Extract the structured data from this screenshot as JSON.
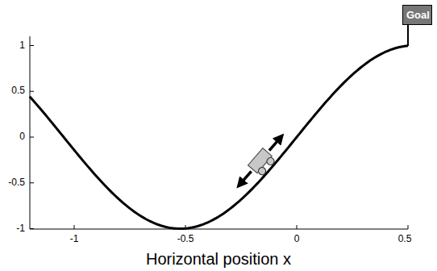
{
  "diagram": {
    "nodes": [
      {
        "text": [
          "Goal"
        ]
      }
    ],
    "labels": [
      "1",
      "0.5",
      "0",
      "-0.5",
      "-1",
      "-1",
      "-0.5",
      "0",
      "0.5",
      "Horizontal position x"
    ]
  }
}
